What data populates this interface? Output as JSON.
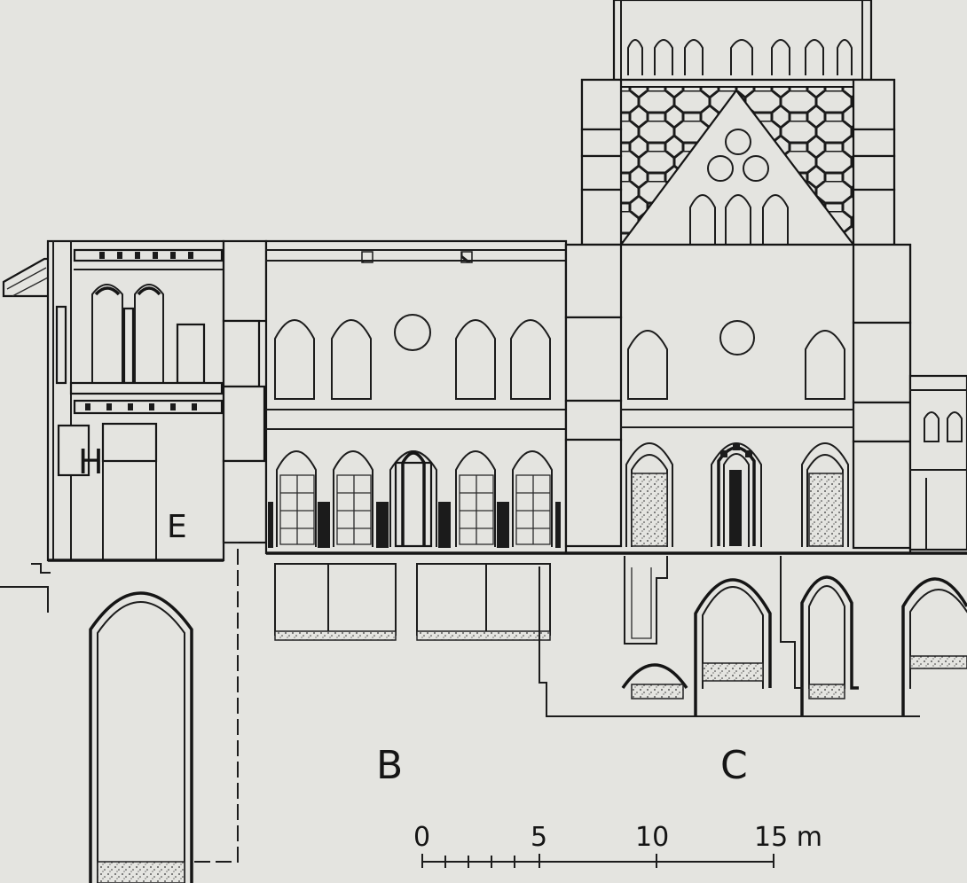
{
  "labels": {
    "section_E": "E",
    "section_H": "H",
    "section_B": "B",
    "section_C": "C"
  },
  "scale_bar": {
    "ticks": [
      "0",
      "5",
      "10",
      "15 m"
    ]
  },
  "colors": {
    "paper": "#e4e4e0",
    "ink": "#1b1b1b"
  }
}
